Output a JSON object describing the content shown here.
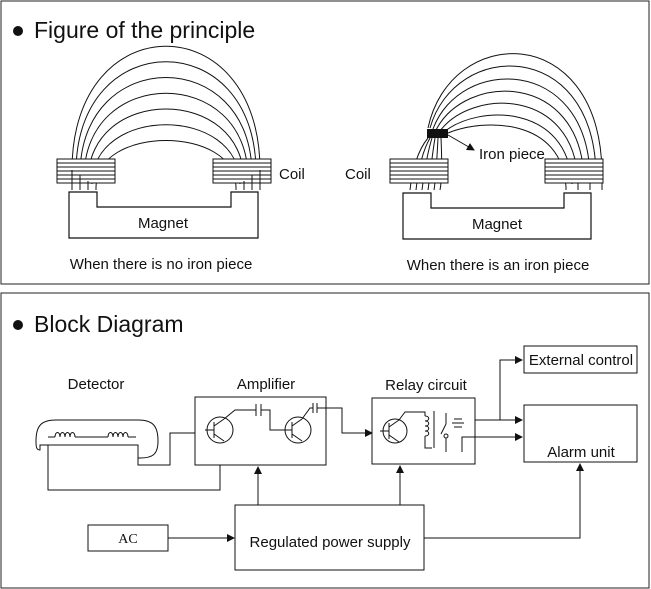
{
  "principle": {
    "title": "Figure of the principle",
    "left": {
      "coil_label": "Coil",
      "magnet_label": "Magnet",
      "caption": "When there is no iron piece"
    },
    "right": {
      "coil_label": "Coil",
      "iron_label": "Iron piece",
      "magnet_label": "Magnet",
      "caption": "When there is an iron piece"
    }
  },
  "block": {
    "title": "Block Diagram",
    "detector_label": "Detector",
    "amplifier_label": "Amplifier",
    "relay_label": "Relay circuit",
    "external_label": "External control",
    "alarm_label": "Alarm unit",
    "ac_label": "AC",
    "power_label": "Regulated power supply"
  }
}
